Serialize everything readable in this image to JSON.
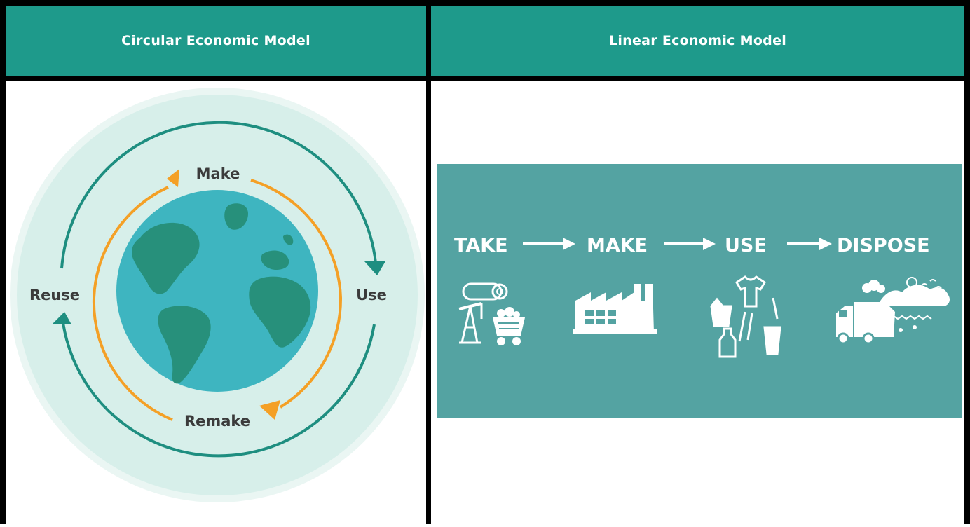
{
  "headers": {
    "circular": "Circular Economic Model",
    "linear": "Linear Economic Model"
  },
  "circular": {
    "make": "Make",
    "use": "Use",
    "remake": "Remake",
    "reuse": "Reuse"
  },
  "linear": {
    "steps": [
      "TAKE",
      "MAKE",
      "USE",
      "DISPOSE"
    ]
  },
  "colors": {
    "header_bg": "#1e9a8b",
    "teal_arrow": "#1e8e80",
    "orange_arrow": "#f4a026",
    "outer_disc": "#d7efea",
    "ocean": "#3eb5c0",
    "land": "#27907b",
    "banner": "#54a3a2"
  }
}
